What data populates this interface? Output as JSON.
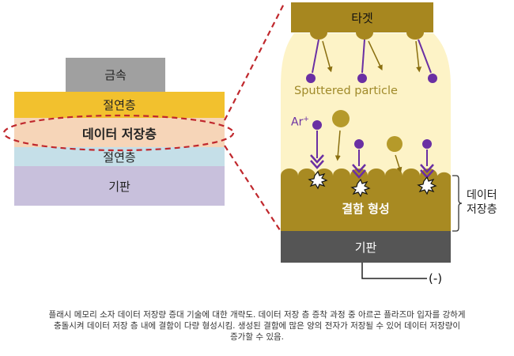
{
  "left_stack": {
    "metal": "금속",
    "insulator_top": "절연층",
    "data_layer": "데이터 저장층",
    "insulator_bottom": "절연층",
    "substrate": "기판"
  },
  "chamber": {
    "target": "타겟",
    "sputtered_label": "Sputtered particle",
    "ion_label": "Ar",
    "ion_charge": "+",
    "defect_label": "결함 형성",
    "substrate": "기판",
    "bias": "(-)"
  },
  "side_label": {
    "line1": "데이터",
    "line2": "저장층"
  },
  "caption": {
    "line1": "플래시 메모리 소자 데이터 저장량 증대 기술에 대한 개략도. 데이터 저장 층 증착 과정 중 아르곤 플라즈마 입자를 강하게",
    "line2": "충돌시켜 데이터 저장 층 내에 결함이 다량 형성시킴. 생성된 결함에 많은 양의 전자가 저장될 수 있어 데이터 저장량이",
    "line3": "증가할 수 있음."
  },
  "colors": {
    "metal": "#a0a0a0",
    "insulator": "#f2c12e",
    "data_layer": "#f6d5b8",
    "insulator_bottom": "#c5dfe8",
    "substrate_left": "#c8c0dc",
    "target": "#a7871f",
    "plasma": "#fdf3c7",
    "deposited": "#a88a22",
    "substrate_right": "#555555",
    "ion": "#6a2fa3",
    "dashed": "#c0282d",
    "sputtered_text": "#a08a2a"
  }
}
